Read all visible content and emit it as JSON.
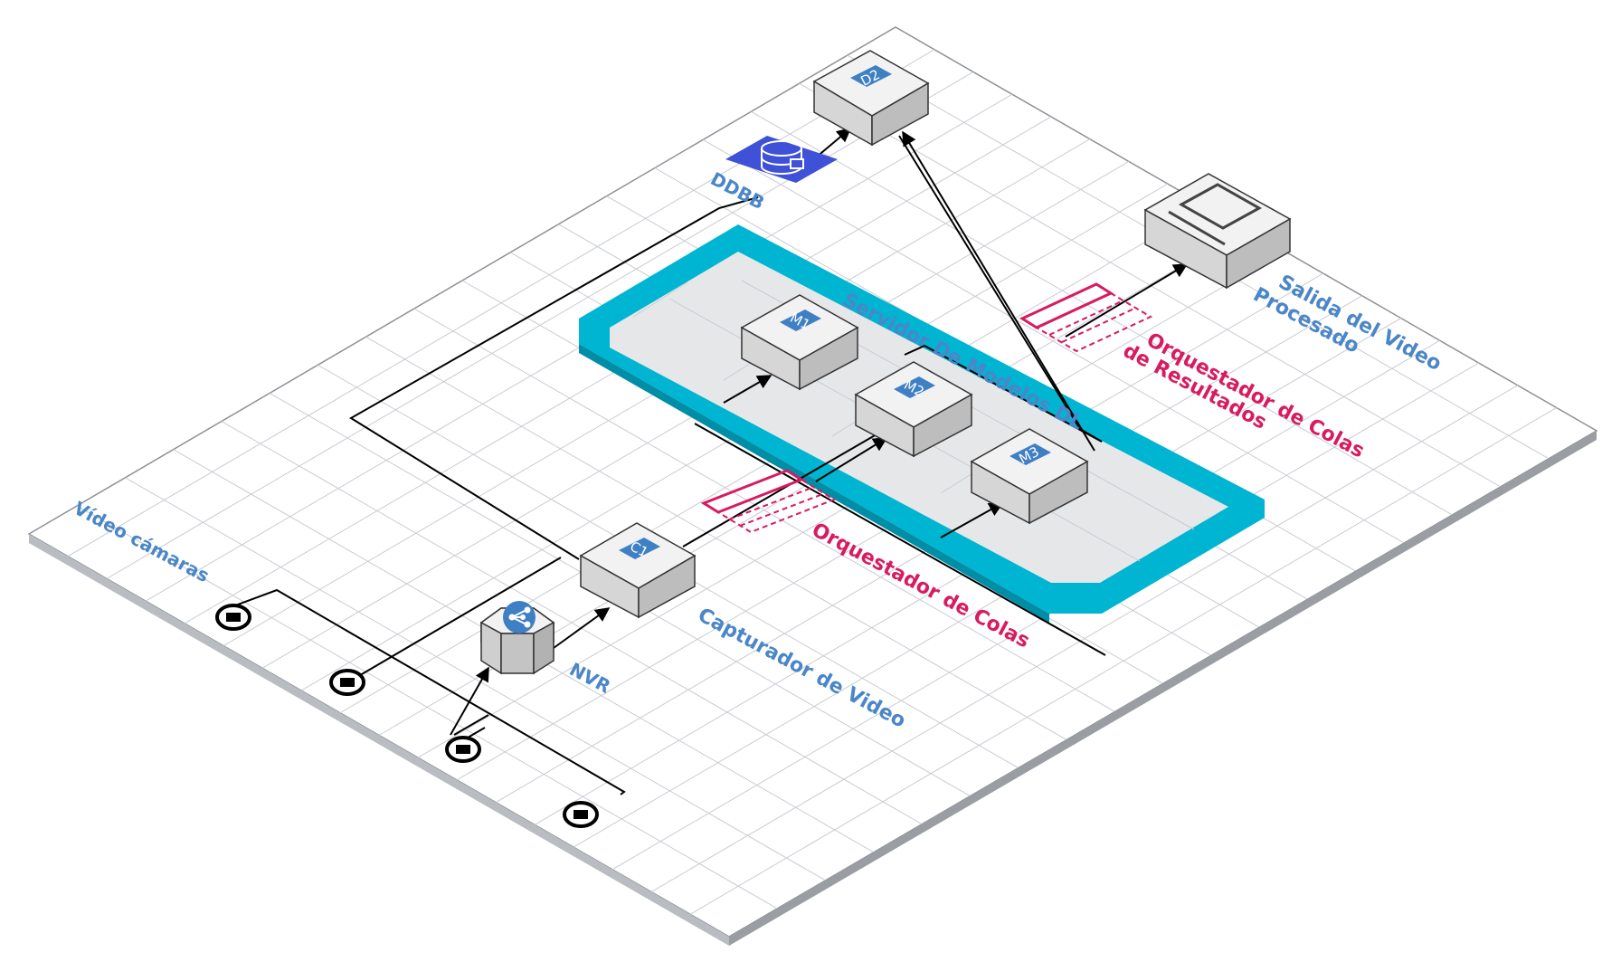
{
  "nodes": {
    "d2": "D2",
    "c1": "C1",
    "m1": "M1",
    "m2": "M2",
    "m3": "M3"
  },
  "labels": {
    "ddbb": "DDBB",
    "cameras": "Vídeo cámaras",
    "nvr": "NVR",
    "capturador": "Capturador de Video",
    "servidor": "Servidor De Modelos DL",
    "orquestador_colas": "Orquestador de Colas",
    "orquestador_resultados_1": "Orquestador de Colas",
    "orquestador_resultados_2": "de Resultados",
    "salida_1": "Salida del Video",
    "salida_2": "Procesado"
  },
  "colors": {
    "grid_line": "#c8ccd2",
    "server_zone": "#00b5d1",
    "server_fill": "#e6e7e9",
    "queue_color": "#d81b60",
    "label_blue": "#4a86c8",
    "ddbb_fill": "#3f51d6",
    "badge_fill": "#3f7fc4",
    "node_top": "#f2f2f2",
    "node_left": "#d6d6d6",
    "node_right": "#bdbdbd"
  },
  "icons": {
    "ddbb": "database-icon",
    "nvr": "hub-icon",
    "camera": "camera-icon",
    "output": "monitor-icon"
  }
}
